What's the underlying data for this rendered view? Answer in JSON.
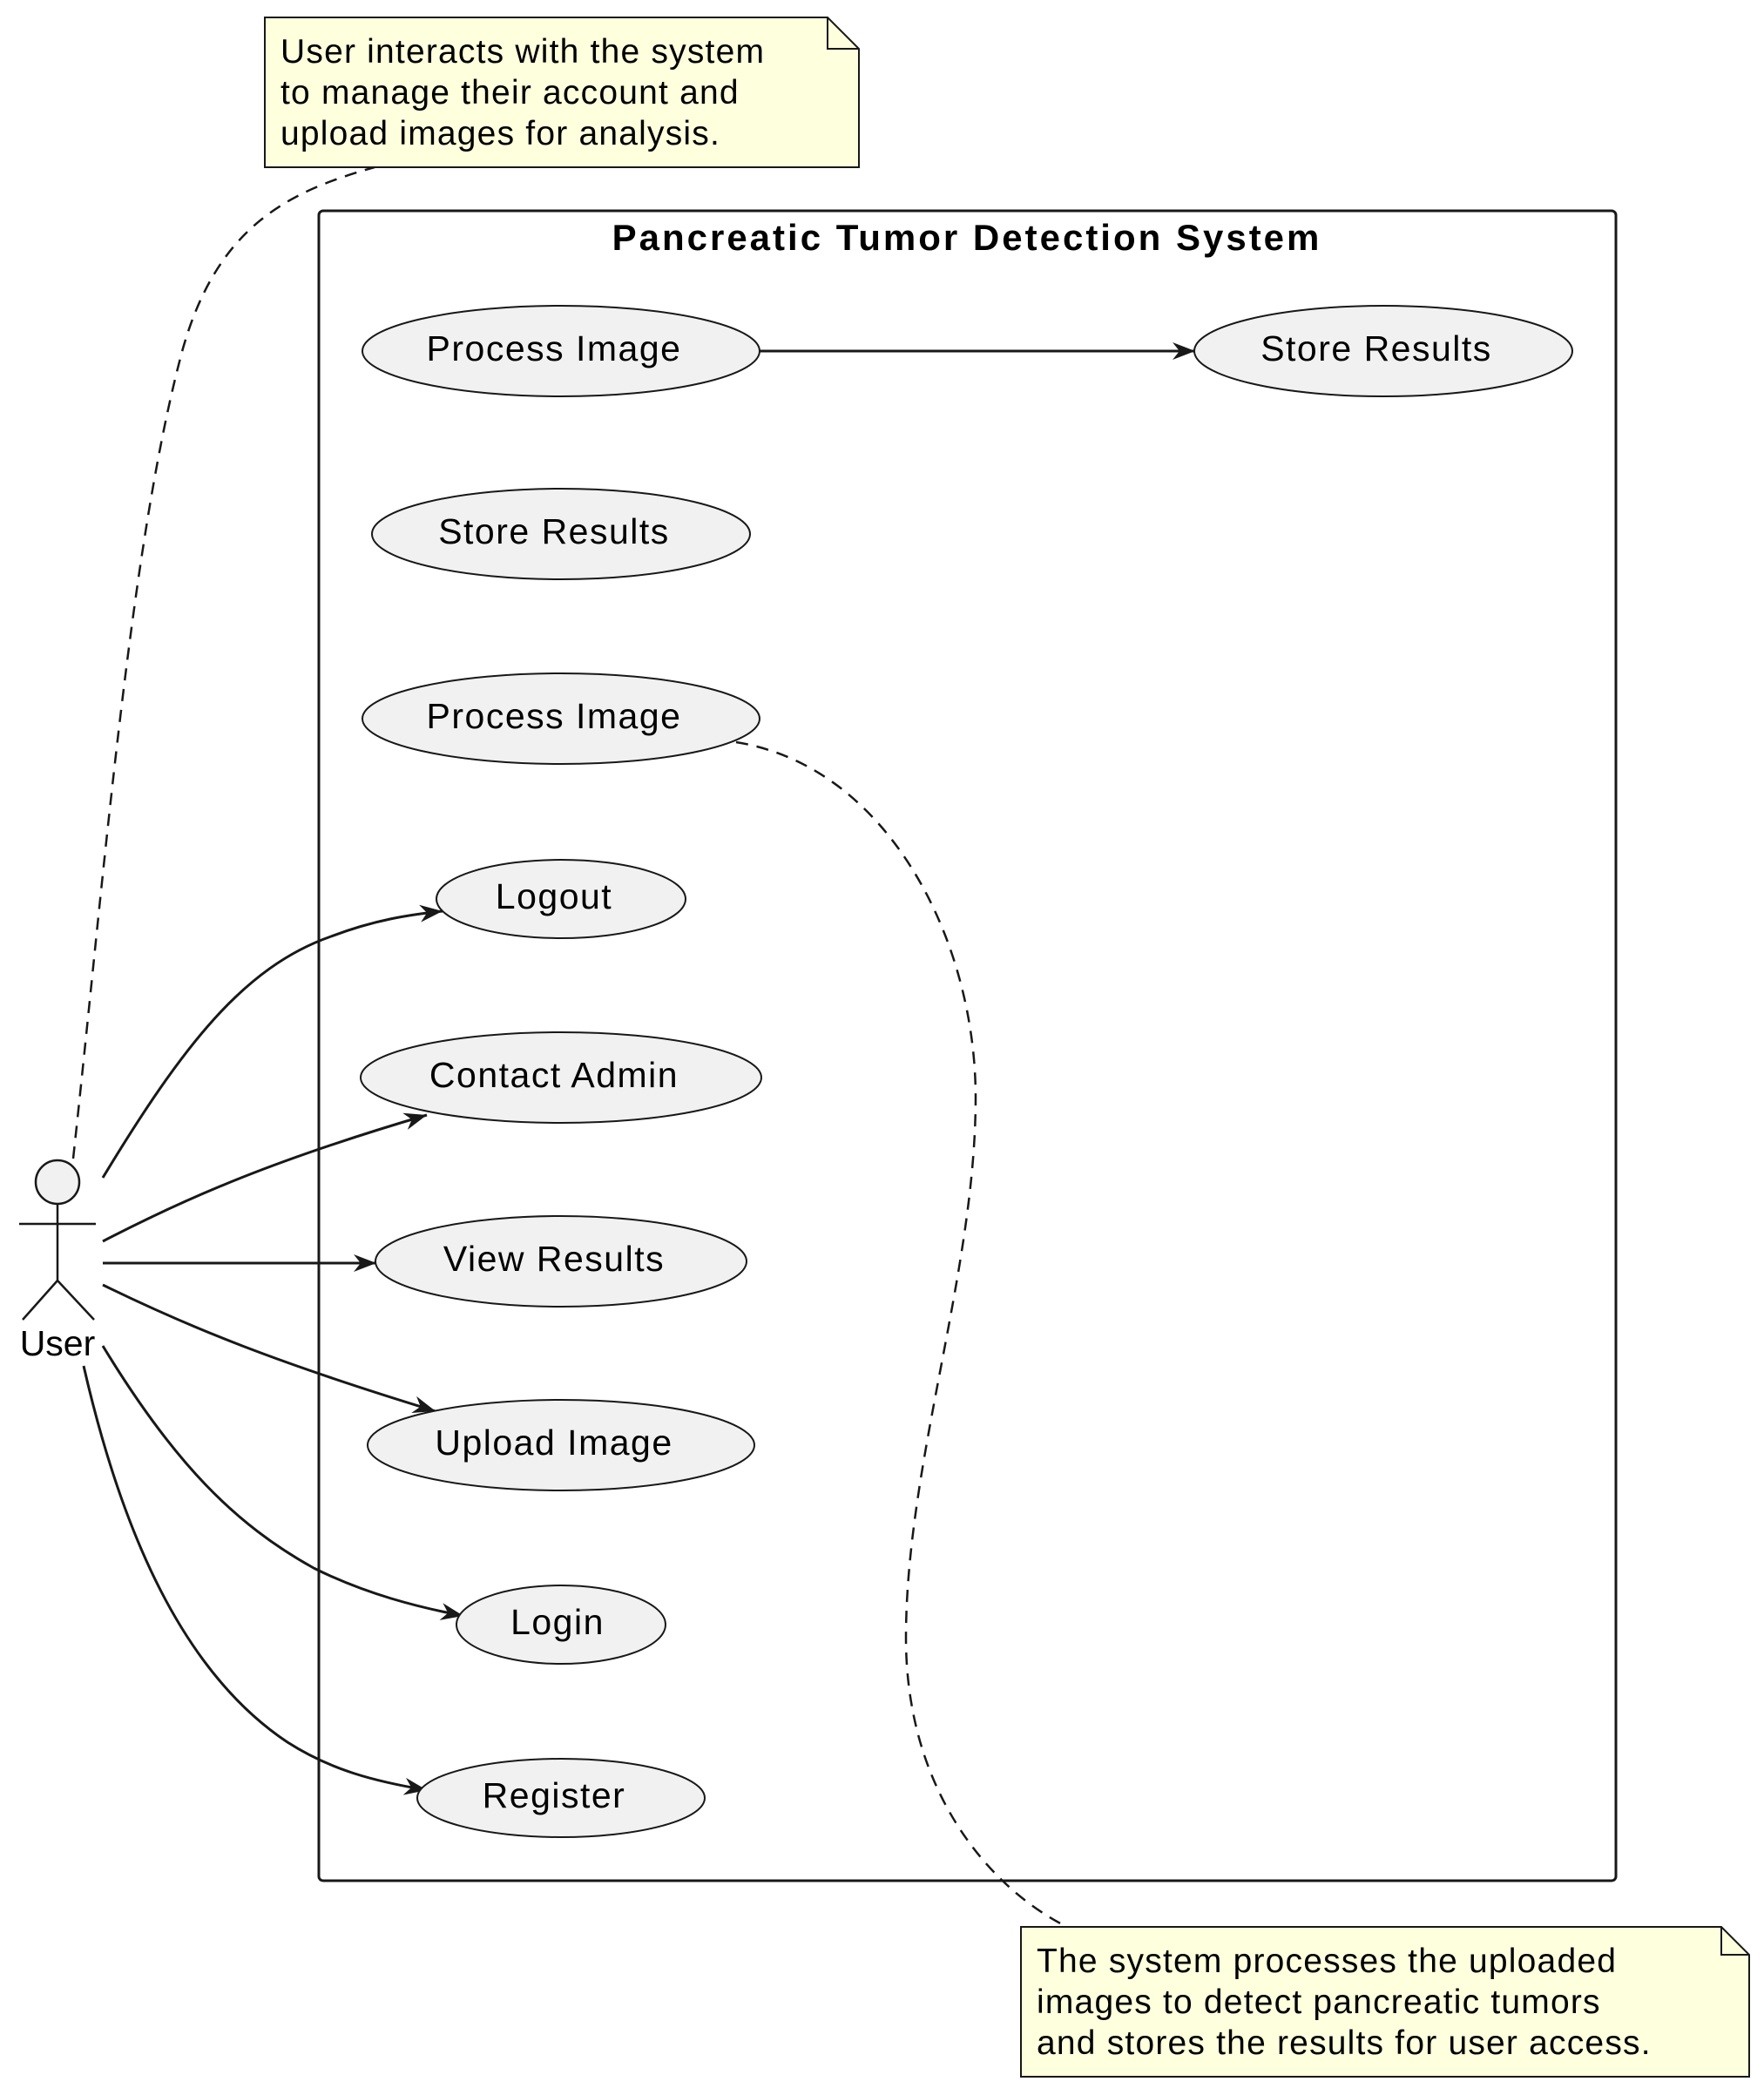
{
  "boundary": {
    "title": "Pancreatic Tumor Detection System"
  },
  "actor": {
    "label": "User"
  },
  "use_cases": [
    {
      "id": "process-image-top",
      "label": "Process Image"
    },
    {
      "id": "store-results-right",
      "label": "Store Results"
    },
    {
      "id": "store-results-left",
      "label": "Store Results"
    },
    {
      "id": "process-image-mid",
      "label": "Process Image"
    },
    {
      "id": "logout",
      "label": "Logout"
    },
    {
      "id": "contact-admin",
      "label": "Contact Admin"
    },
    {
      "id": "view-results",
      "label": "View Results"
    },
    {
      "id": "upload-image",
      "label": "Upload Image"
    },
    {
      "id": "login",
      "label": "Login"
    },
    {
      "id": "register",
      "label": "Register"
    }
  ],
  "notes": {
    "user_note": {
      "lines": [
        "User interacts with the system",
        "to manage their account and",
        "upload images for analysis."
      ]
    },
    "system_note": {
      "lines": [
        "The system processes the uploaded",
        "images to detect pancreatic tumors",
        "and stores the results for user access."
      ]
    }
  },
  "colors": {
    "use_case_fill": "#f1f1f1",
    "note_fill": "#feffdd",
    "stroke": "#181818"
  }
}
